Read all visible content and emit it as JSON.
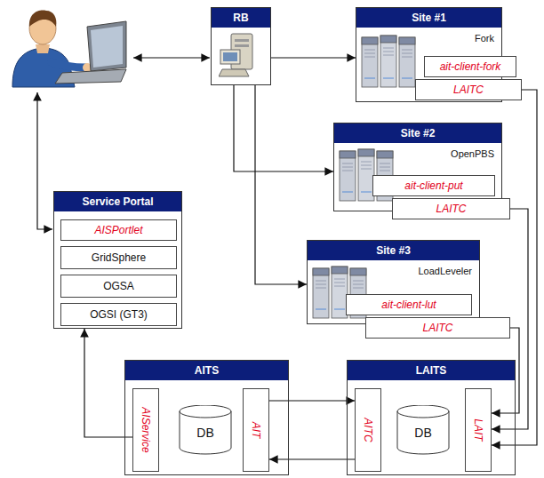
{
  "diagram": {
    "nodes": [
      {
        "text": [
          "RB"
        ]
      },
      {
        "text": [
          "Site #1",
          "Fork"
        ]
      },
      {
        "text": [
          "ait-client-fork"
        ],
        "in": 1
      },
      {
        "text": [
          "LAITC"
        ],
        "in": 1
      },
      {
        "text": [
          "Site #2",
          "OpenPBS"
        ]
      },
      {
        "text": [
          "ait-client-put"
        ],
        "in": 4
      },
      {
        "text": [
          "LAITC"
        ],
        "in": 4
      },
      {
        "text": [
          "Site #3",
          "LoadLeveler"
        ]
      },
      {
        "text": [
          "ait-client-lut"
        ],
        "in": 7
      },
      {
        "text": [
          "LAITC"
        ],
        "in": 7
      },
      {
        "text": [
          "Service Portal"
        ]
      },
      {
        "text": [
          "AISPortlet"
        ],
        "in": 10
      },
      {
        "text": [
          "GridSphere"
        ],
        "in": 10
      },
      {
        "text": [
          "OGSA"
        ],
        "in": 10
      },
      {
        "text": [
          "OGSI (GT3)"
        ],
        "in": 10
      },
      {
        "text": [
          "AITS"
        ]
      },
      {
        "text": [
          "AIService"
        ],
        "in": 15
      },
      {
        "text": [
          "DB"
        ],
        "in": 15
      },
      {
        "text": [
          "AIT"
        ],
        "in": 15
      },
      {
        "text": [
          "LAITS"
        ]
      },
      {
        "text": [
          "AITC"
        ],
        "in": 19
      },
      {
        "text": [
          "DB"
        ],
        "in": 19
      },
      {
        "text": [
          "LAIT"
        ],
        "in": 19
      }
    ],
    "edges": [
      {
        "from": 0,
        "to": 1,
        "arrow": "to"
      },
      {
        "from": 0,
        "to": 4,
        "arrow": "to"
      },
      {
        "from": 0,
        "to": 7,
        "arrow": "to"
      },
      {
        "from": 16,
        "to": 10,
        "arrow": "to"
      },
      {
        "from": 18,
        "to": 20,
        "arrow": "to"
      },
      {
        "from": 20,
        "to": 18,
        "arrow": "to"
      },
      {
        "from": 3,
        "to": 22,
        "arrow": "to"
      },
      {
        "from": 6,
        "to": 22,
        "arrow": "to"
      },
      {
        "from": 9,
        "to": 22,
        "arrow": "to"
      }
    ]
  }
}
